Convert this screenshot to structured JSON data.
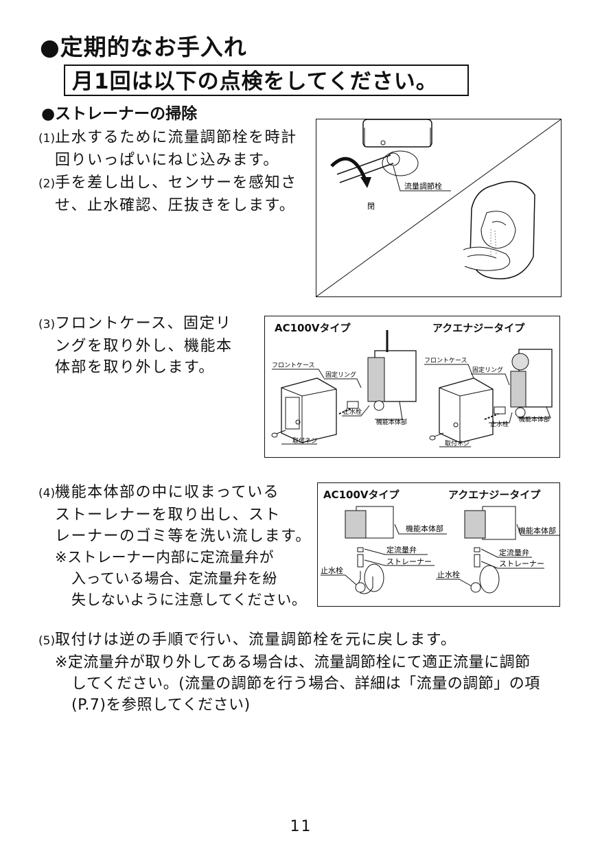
{
  "title": "●定期的なお手入れ",
  "notice": "月1回は以下の点検をしてください。",
  "subhead": "●ストレーナーの掃除",
  "step1": {
    "num": "(1)",
    "lines": [
      "止水するために流量調節栓を時計",
      "回りいっぱいにねじ込みます。"
    ]
  },
  "step2": {
    "num": "(2)",
    "lines": [
      "手を差し出し、センサーを感知さ",
      "せ、止水確認、圧抜きをします。"
    ]
  },
  "fig1": {
    "valve_label": "流量調節栓",
    "close_label": "閉"
  },
  "step3": {
    "num": "(3)",
    "lines": [
      "フロントケース、固定リ",
      "ングを取り外し、機能本",
      "体部を取り外します。"
    ]
  },
  "fig2": {
    "left_type": "AC100Vタイプ",
    "right_type": "アクエナジータイプ",
    "front_case": "フロントケース",
    "fixing_ring": "固定リング",
    "stop_valve": "止水栓",
    "main_body": "機能本体部",
    "screw": "取付ネジ"
  },
  "step4": {
    "num": "(4)",
    "lines": [
      "機能本体部の中に収まっている",
      "ストーレナーを取り出し、スト",
      "レーナーのゴミ等を洗い流します。"
    ],
    "note_lines": [
      "※ストレーナー内部に定流量弁が",
      "入っている場合、定流量弁を紛",
      "失しないように注意してください。"
    ]
  },
  "fig3": {
    "left_type": "AC100Vタイプ",
    "right_type": "アクエナジータイプ",
    "main_body": "機能本体部",
    "flow_valve": "定流量弁",
    "strainer": "ストレーナー",
    "stop_valve": "止水栓"
  },
  "step5": {
    "num": "(5)",
    "line": "取付けは逆の手順で行い、流量調節栓を元に戻します。",
    "note_lines": [
      "※定流量弁が取り外してある場合は、流量調節栓にて適正流量に調節",
      "してください。(流量の調節を行う場合、詳細は「流量の調節」の項",
      "(P.7)を参照してください)"
    ]
  },
  "page_number": "11"
}
